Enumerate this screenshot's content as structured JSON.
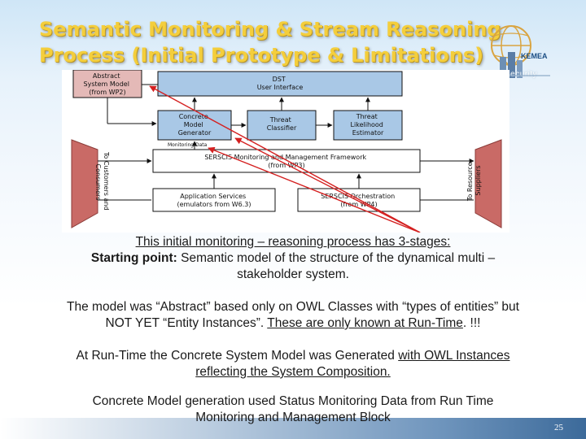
{
  "title": {
    "line1": "Semantic Monitoring & Stream Reasoning",
    "line2": "Process (Initial Prototype & Limitations)"
  },
  "logo": {
    "text": "KEMEA",
    "sub": "Security"
  },
  "diagram": {
    "abstract_model": [
      "Abstract",
      "System Model",
      "(from WP2)"
    ],
    "dst_ui": [
      "DST",
      "User Interface"
    ],
    "concrete_generator": [
      "Concrete",
      "Model",
      "Generator"
    ],
    "threat_classifier": [
      "Threat",
      "Classifier"
    ],
    "threat_likelihood": [
      "Threat",
      "Likelihood",
      "Estimator"
    ],
    "monitoring_data_label": "Monitoring Data",
    "serscis_framework": [
      "SERSCIS Monitoring and Management Framework",
      "(from WP3)"
    ],
    "app_services": [
      "Application Services",
      "(emulators from W6.3)"
    ],
    "serscis_orchestration": [
      "SERSCIS Orchestration",
      "(from WP4)"
    ],
    "left_side": [
      "To Customers and",
      "Consumers"
    ],
    "right_side": [
      "To Resource",
      "Suppliers"
    ]
  },
  "text": {
    "p1_line1": "This initial monitoring – reasoning process has 3-stages:",
    "p1_bold": "Starting point:",
    "p1_rest": " Semantic model of the structure of the dynamical multi –",
    "p1_line3": "stakeholder system.",
    "p2_line1": "The model was “Abstract” based only on OWL Classes with “types of entities” but",
    "p2_line2_a": "NOT  YET “Entity Instances”. ",
    "p2_line2_u": "These are only known at Run-Time",
    "p2_line2_b": ". !!!",
    "p3_line1_a": "At Run-Time the Concrete System Model was Generated ",
    "p3_line1_u": "with OWL Instances",
    "p3_line2": "reflecting the System Composition. ",
    "p4_line1": "Concrete Model generation used Status Monitoring Data from Run Time",
    "p4_line2": "Monitoring and Management Block"
  },
  "page_number": "25"
}
